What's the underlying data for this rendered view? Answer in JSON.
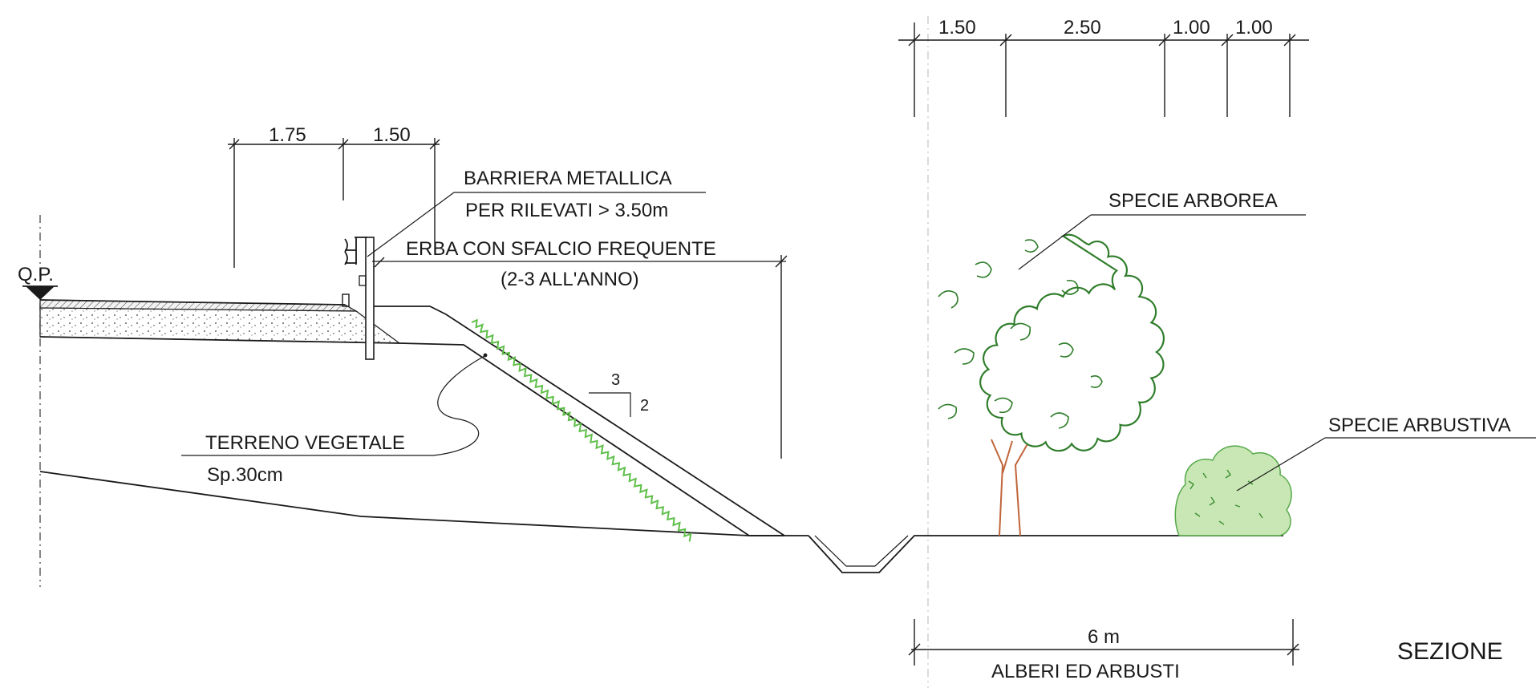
{
  "title": "SEZIONE",
  "qp_label": "Q.P.",
  "dimensions_left": [
    "1.75",
    "1.50"
  ],
  "dimensions_top_right": [
    "1.50",
    "2.50",
    "1.00",
    "1.00"
  ],
  "barrier_label": {
    "line1": "BARRIERA METALLICA",
    "line2": "PER RILEVATI > 3.50m"
  },
  "grass_label": {
    "line1": "ERBA CON SFALCIO FREQUENTE",
    "line2": "(2-3 ALL'ANNO)"
  },
  "slope": {
    "horizontal": "3",
    "vertical": "2"
  },
  "soil_label": {
    "line1": "TERRENO VEGETALE",
    "line2": "Sp.30cm"
  },
  "tree_label": "SPECIE ARBOREA",
  "shrub_label": "SPECIE ARBUSTIVA",
  "bottom_dimension": {
    "value": "6 m",
    "caption": "ALBERI ED ARBUSTI"
  },
  "colors": {
    "line": "#1a1a1a",
    "grass": "#5fbf4a",
    "tree": "#2f7d2a",
    "trunk": "#c0643a",
    "shrub": "#c9e7b4"
  }
}
